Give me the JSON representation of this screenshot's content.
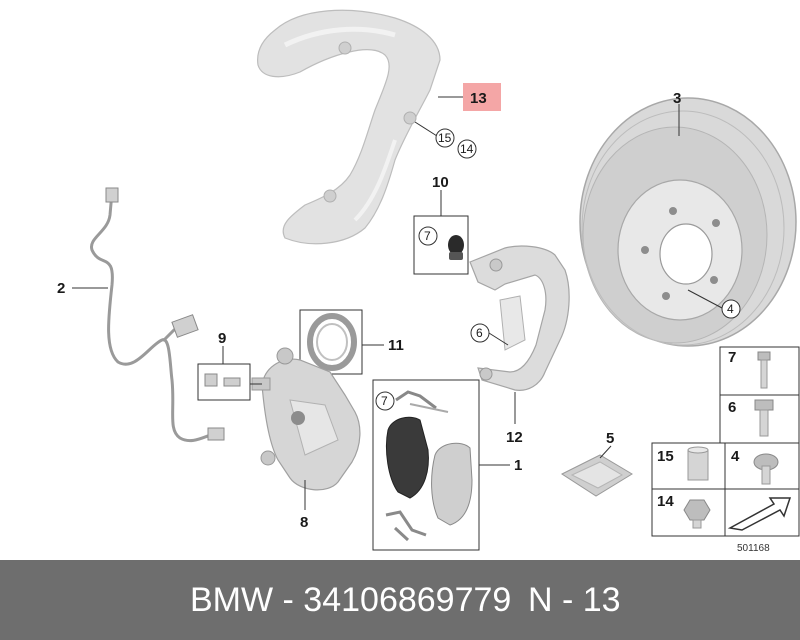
{
  "callouts": {
    "disc": "3",
    "disc_bolt_ref": "4",
    "sensor": "2",
    "dust_shield": "13",
    "shield_screw_a": "15",
    "shield_screw_b": "14",
    "bushing_kit": "10",
    "bushing_kit_ref": "7",
    "carrier_ref": "6",
    "carrier": "12",
    "bleeder_kit": "9",
    "seal_kit": "11",
    "caliper": "8",
    "pad_set": "1",
    "pad_set_ref": "7",
    "grease": "5"
  },
  "hardware_panel": {
    "items": [
      "7",
      "6",
      "15",
      "4",
      "14"
    ]
  },
  "highlight_color": "#f4a6a6",
  "image_ref": "501168",
  "footer": {
    "brand_part": "BMW - 34106869779",
    "position": "N - 13"
  }
}
